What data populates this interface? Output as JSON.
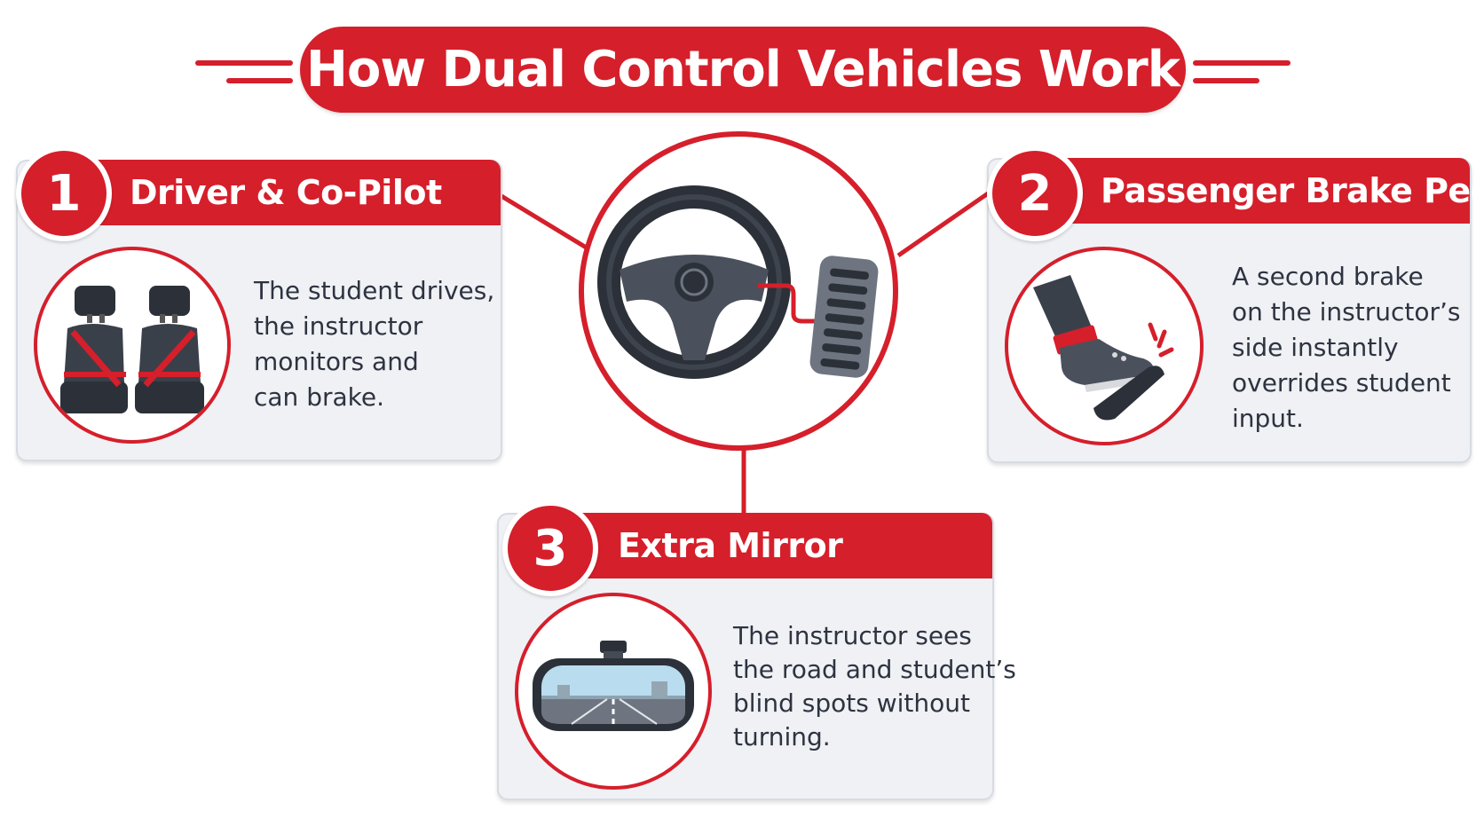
{
  "title": "How Dual Control Vehicles Work",
  "colors": {
    "accent": "#d51f2b",
    "card_bg": "#eff1f5",
    "text": "#2e3340"
  },
  "hub": {
    "icon": "steering-wheel-and-pedal-icon"
  },
  "cards": [
    {
      "number": "1",
      "heading": "Driver & Co-Pilot",
      "icon": "car-seats-icon",
      "lines": [
        "The student drives,",
        "the instructor",
        "monitors and",
        "can brake."
      ]
    },
    {
      "number": "2",
      "heading": "Passenger Brake Pedal",
      "icon": "foot-brake-pedal-icon",
      "lines": [
        "A second brake",
        "on the instructor’s",
        "side instantly",
        "overrides student",
        "input."
      ]
    },
    {
      "number": "3",
      "heading": "Extra Mirror",
      "icon": "rearview-mirror-icon",
      "lines": [
        "The instructor sees",
        "the road and student’s",
        "blind spots without",
        "turning."
      ]
    }
  ]
}
